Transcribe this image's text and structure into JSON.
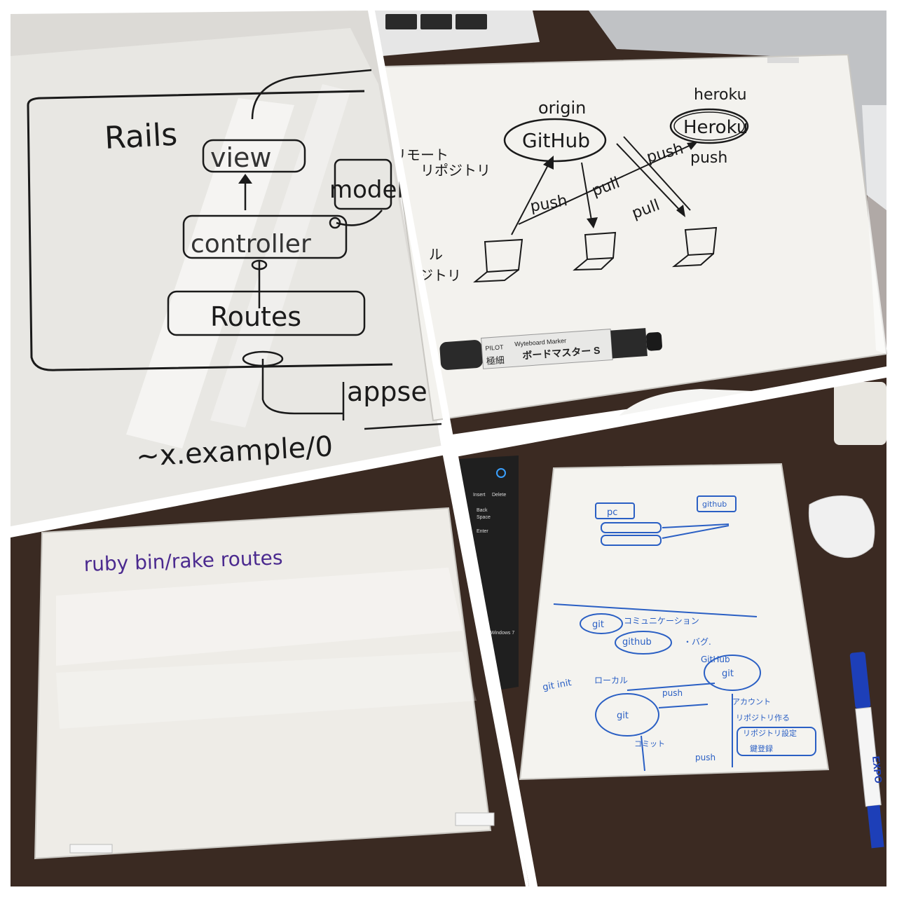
{
  "panel_tl": {
    "title": "Rails",
    "view": "view",
    "model": "model",
    "controller": "controller",
    "routes": "Routes",
    "appserver": "appser",
    "url": "~x.example/0"
  },
  "panel_tr": {
    "remote_label_1": "リモート",
    "remote_label_2": "リポジトリ",
    "local_label_1": "ル",
    "local_label_2": "ジトリ",
    "origin": "origin",
    "github": "GitHub",
    "heroku_label": "heroku",
    "heroku": "Heroku",
    "push_1": "push",
    "pull_1": "pull",
    "push_2": "push",
    "pull_2": "pull",
    "push_3": "push",
    "marker_brand_en": "Wyteboard Marker",
    "marker_brand_jp": "ボードマスター S",
    "marker_tip": "極細",
    "marker_maker": "PILOT"
  },
  "panel_bl": {
    "command": "ruby bin/rake routes"
  },
  "panel_br": {
    "pc": "pc",
    "github_small": "github",
    "git_comm": "git",
    "comm_text": "コミュニケーション",
    "github_mid": "github",
    "bug": "・バグ.",
    "git_init": "git init",
    "local": "ローカル",
    "push_a": "push",
    "push_b": "push",
    "git_circle_1": "git",
    "git_circle_2": "git",
    "github_right": "GitHub",
    "commit": "コミット",
    "item_1": "アカウント",
    "item_2": "リポジトリ作る",
    "item_3": "リポジトリ設定",
    "item_4": "鍵登録",
    "expo_label": "EXPO",
    "keyboard_insert": "Insert",
    "keyboard_delete": "Delete",
    "keyboard_back": "Back",
    "keyboard_space": "Space",
    "keyboard_enter": "Enter",
    "windows_badge": "Windows 7"
  },
  "colors": {
    "board": "#eeede9",
    "desk": "#3a2a22",
    "ink_black": "#1a1a1a",
    "ink_purple": "#4b2a8f",
    "ink_blue": "#2a5fc4"
  }
}
